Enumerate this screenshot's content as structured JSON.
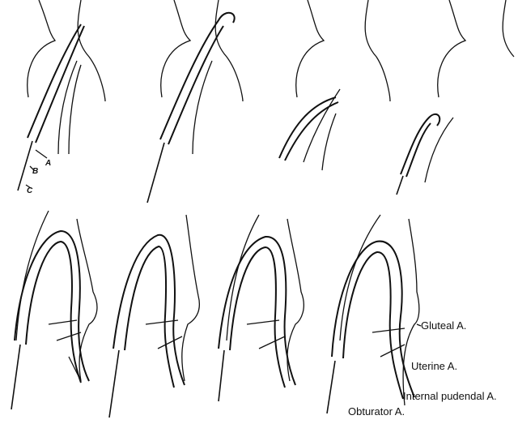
{
  "panel1_letters": {
    "a": "A",
    "b": "B",
    "c": "C"
  },
  "labels": {
    "gluteal": "Gluteal A.",
    "uterine": "Uterine A.",
    "internal_pudendal": "Internal pudendal A.",
    "obturator": "Obturator A."
  }
}
